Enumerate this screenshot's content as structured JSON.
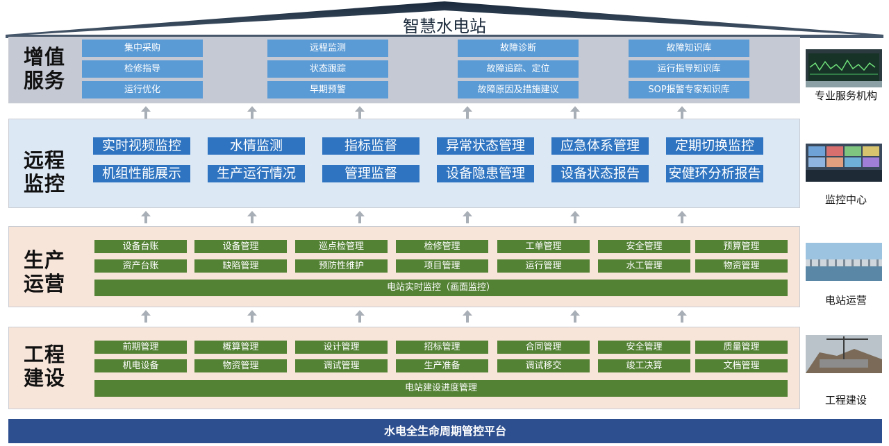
{
  "roof_title": "智慧水电站",
  "layers": {
    "value_added": {
      "title_line1": "增值",
      "title_line2": "服务",
      "cells": [
        "集中采购",
        "检修指导",
        "运行优化",
        "远程监测",
        "状态跟踪",
        "早期预警",
        "故障诊断",
        "故障追踪、定位",
        "故障原因及措施建议",
        "故障知识库",
        "运行指导知识库",
        "SOP报警专家知识库"
      ]
    },
    "remote_monitoring": {
      "title_line1": "远程",
      "title_line2": "监控",
      "cells": [
        "实时视频监控",
        "水情监测",
        "指标监督",
        "异常状态管理",
        "应急体系管理",
        "定期切换监控",
        "机组性能展示",
        "生产运行情况",
        "管理监督",
        "设备隐患管理",
        "设备状态报告",
        "安健环分析报告"
      ]
    },
    "production": {
      "title_line1": "生产",
      "title_line2": "运营",
      "cells": [
        "设备台账",
        "设备管理",
        "巡点检管理",
        "检修管理",
        "工单管理",
        "安全管理",
        "预算管理",
        "资产台账",
        "缺陷管理",
        "预防性维护",
        "项目管理",
        "运行管理",
        "水工管理",
        "物资管理"
      ],
      "wide": "电站实时监控（画面监控）"
    },
    "construction": {
      "title_line1": "工程",
      "title_line2": "建设",
      "cells": [
        "前期管理",
        "概算管理",
        "设计管理",
        "招标管理",
        "合同管理",
        "安全管理",
        "质量管理",
        "机电设备",
        "物资管理",
        "调试管理",
        "生产准备",
        "调试移交",
        "竣工决算",
        "文档管理"
      ],
      "wide": "电站建设进度管理"
    }
  },
  "side": {
    "label1": "专业服务机构",
    "label2": "监控中心",
    "label3": "电站运营",
    "label4": "工程建设"
  },
  "platform": "水电全生命周期管控平台",
  "colors": {
    "service_cell": "#5b9bd5",
    "monitor_cell": "#2f74c0",
    "green_cell": "#548235",
    "platform_bar": "#2e4f8f"
  }
}
